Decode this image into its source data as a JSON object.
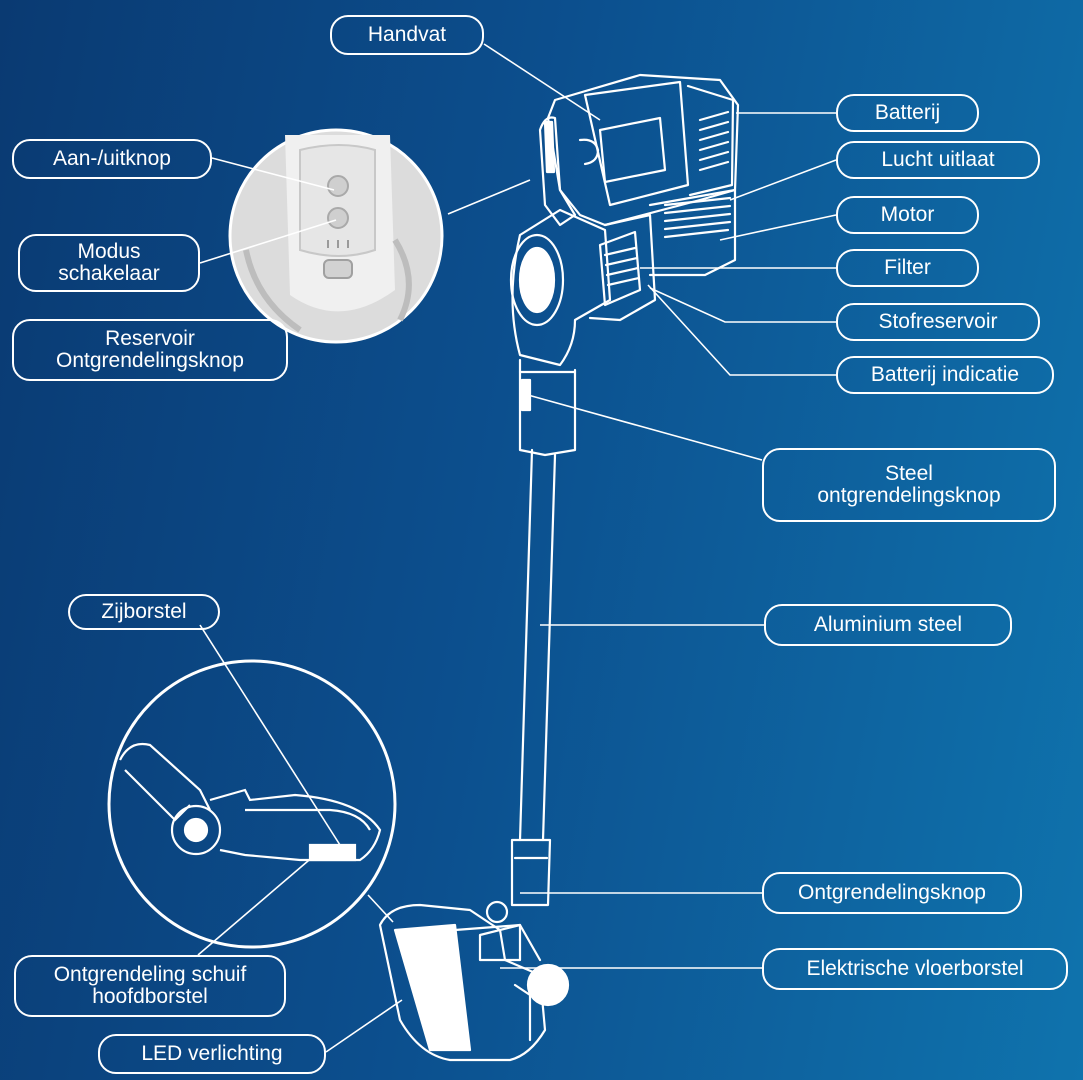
{
  "colors": {
    "background_start": "#0a3a72",
    "background_end": "#0f73ad",
    "line": "#ffffff"
  },
  "labels": {
    "handvat": "Handvat",
    "batterij": "Batterij",
    "lucht_uitlaat": "Lucht uitlaat",
    "motor": "Motor",
    "filter": "Filter",
    "stofreservoir": "Stofreservoir",
    "batterij_indicatie": "Batterij indicatie",
    "steel_ontgrendelingsknop": [
      "Steel",
      "ontgrendelingsknop"
    ],
    "aluminium_steel": "Aluminium steel",
    "aan_uitknop": "Aan-/uitknop",
    "modus_schakelaar": [
      "Modus",
      "schakelaar"
    ],
    "reservoir_ontgrendelingsknop": [
      "Reservoir",
      "Ontgrendelingsknop"
    ],
    "zijborstel": "Zijborstel",
    "ontgrendelingsknop": "Ontgrendelingsknop",
    "elektrische_vloerborstel": "Elektrische vloerborstel",
    "ontgrendeling_schuif_hoofdborstel": [
      "Ontgrendeling schuif",
      "hoofdborstel"
    ],
    "led_verlichting": "LED verlichting"
  }
}
